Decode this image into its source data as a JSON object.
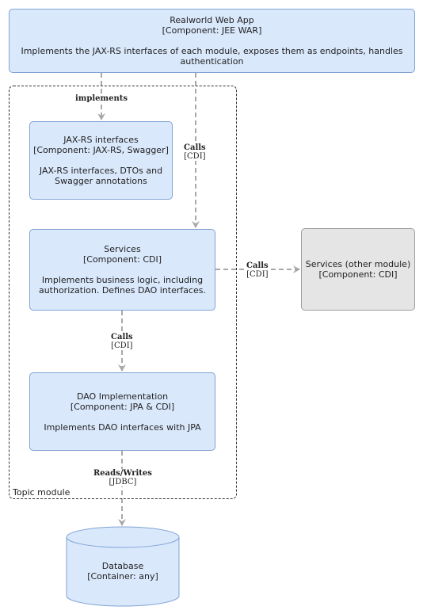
{
  "nodes": {
    "webapp": {
      "title": "Realworld Web App",
      "kind": "[Component: JEE WAR]",
      "desc_line1": "Implements the JAX-RS interfaces of each module, exposes them as endpoints, handles",
      "desc_line2": "authentication"
    },
    "jaxrs": {
      "title": "JAX-RS interfaces",
      "kind": "[Component: JAX-RS, Swagger]",
      "desc_line1": "JAX-RS interfaces, DTOs and",
      "desc_line2": "Swagger annotations"
    },
    "services": {
      "title": "Services",
      "kind": "[Component: CDI]",
      "desc_line1": "Implements business logic, including",
      "desc_line2": "authorization. Defines DAO interfaces."
    },
    "services_other": {
      "title": "Services (other module)",
      "kind": "[Component: CDI]"
    },
    "dao": {
      "title": "DAO Implementation",
      "kind": "[Component: JPA & CDI]",
      "desc": "Implements DAO interfaces with JPA"
    },
    "database": {
      "title": "Database",
      "kind": "[Container: any]"
    }
  },
  "boundary": {
    "label": "Topic module"
  },
  "edges": {
    "implements": {
      "label": "implements"
    },
    "webapp_calls": {
      "label": "Calls",
      "tech": "[CDI]"
    },
    "other_calls": {
      "label": "Calls",
      "tech": "[CDI]"
    },
    "dao_calls": {
      "label": "Calls",
      "tech": "[CDI]"
    },
    "db_access": {
      "label": "Reads/Writes",
      "tech": "[JDBC]"
    }
  },
  "colors": {
    "node_fill": "#dae8fc",
    "node_stroke": "#7fa3d4",
    "external_fill": "#e5e5e5",
    "edge": "#a8a8a8"
  }
}
